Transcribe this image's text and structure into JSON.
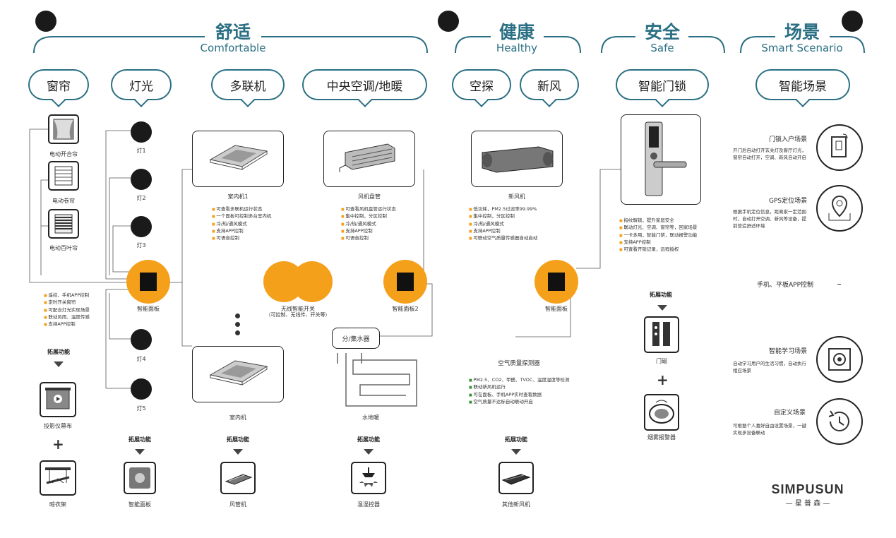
{
  "sections": [
    {
      "title": "舒适",
      "subtitle": "Comfortable"
    },
    {
      "title": "健康",
      "subtitle": "Healthy"
    },
    {
      "title": "安全",
      "subtitle": "Safe"
    },
    {
      "title": "场景",
      "subtitle": "Smart Scenario"
    }
  ],
  "pills": [
    "窗帘",
    "灯光",
    "多联机",
    "中央空调/地暖",
    "空探",
    "新风",
    "智能门锁",
    "智能场景"
  ],
  "curtain": {
    "items": [
      "电动开合帘",
      "电动卷帘",
      "电动百叶帘"
    ],
    "bullets": [
      "遥控、手机APP控制",
      "定时开关窗帘",
      "可配合灯光实现场景",
      "联动风雨、温度传感",
      "支持APP控制"
    ]
  },
  "lights": {
    "items": [
      "灯1",
      "灯2",
      "灯3",
      "灯4",
      "灯5"
    ]
  },
  "hubs": {
    "left": "智能面板",
    "mid": "无线智能开关",
    "mid_sub": "（可控制、无线传、开关等）",
    "ac": "智能面板2",
    "fresh": "智能面板"
  },
  "vrv": {
    "top_caption": "室内机1",
    "bottom_caption": "室内机",
    "bullets": [
      "可查看多联机运行状态",
      "一个面板可控制多台室内机",
      "冷/热/通风模式",
      "支持APP控制",
      "可语音控制"
    ]
  },
  "central": {
    "caption": "风机盘管",
    "valve": "分/集水器",
    "floor": "水地暖",
    "bullets": [
      "可查看风机盘管运行状态",
      "集中控制，分区控制",
      "冷/热/通风模式",
      "支持APP控制",
      "可语音控制"
    ]
  },
  "fresh": {
    "caption": "新风机",
    "bullets": [
      "低功耗，PM2.5过滤率99.99%",
      "集中控制，分区控制",
      "冷/热/通风模式",
      "支持APP控制",
      "可联动空气质量传感器自动启动"
    ]
  },
  "sensor": {
    "title": "空气质量探测器",
    "bullets": [
      "PM2.5、CO2、甲醛、TVOC、温度湿度等检测",
      "联动新风机运行",
      "可在面板、手机APP实时查看数据",
      "空气质量不达标自动联动开启"
    ]
  },
  "lock": {
    "bullets": [
      "指纹解锁，提升家庭安全",
      "联动灯光、空调、窗帘等，回家场景",
      "一卡多用，智能门禁，联动报警功能",
      "支持APP控制",
      "可查看开锁记录，远程授权"
    ],
    "ext_label": "拓展功能",
    "door": "门磁",
    "alarm": "烟雾报警器"
  },
  "scenes": [
    {
      "title": "门锁入户场景",
      "desc": "开门后自动打开玄关灯及客厅灯光，窗帘自动打开，空调、新风自动开启"
    },
    {
      "title": "GPS定位场景",
      "desc": "根据手机定位信息，距离家一定范围时，自动打开空调、新风等设备，提前营造舒适环境"
    },
    {
      "title": "手机、平板APP控制",
      "desc": ""
    },
    {
      "title": "智能学习场景",
      "desc": "自动学习用户的生活习惯，自动执行相应场景"
    },
    {
      "title": "自定义场景",
      "desc": "可根据个人喜好自由设置场景，一键实现多设备联动"
    }
  ],
  "ext": {
    "label": "拓展功能",
    "items": [
      "投影仪幕布",
      "晾衣架",
      "智能面板",
      "风管机",
      "温湿控器",
      "其他新风机"
    ]
  },
  "brand": {
    "name": "SIMPUSUN",
    "sub": "— 星 普 森 —"
  }
}
